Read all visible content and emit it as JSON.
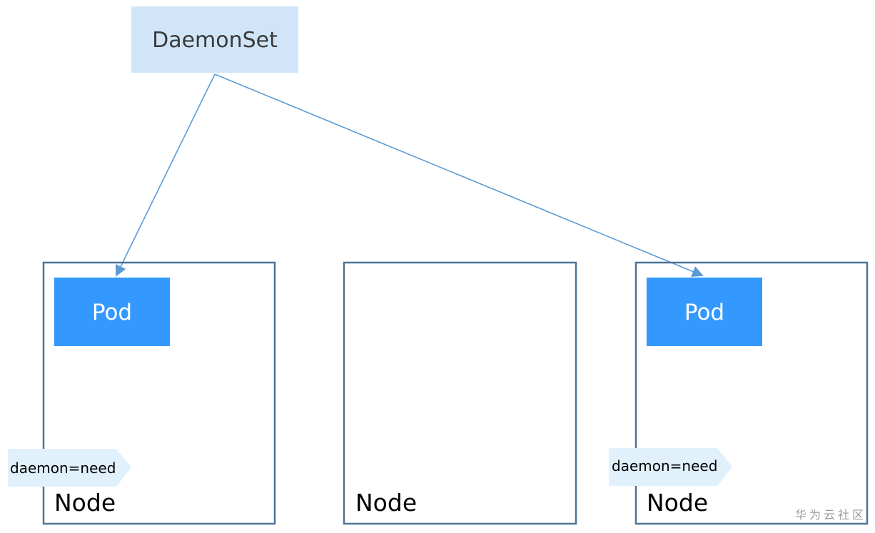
{
  "diagram": {
    "controller": {
      "label": "DaemonSet"
    },
    "nodes": [
      {
        "label": "Node",
        "pod_label": "Pod",
        "tag": "daemon=need"
      },
      {
        "label": "Node"
      },
      {
        "label": "Node",
        "pod_label": "Pod",
        "tag": "daemon=need"
      }
    ],
    "colors": {
      "controller_fill": "#d0e6f8",
      "pod_fill": "#3399ff",
      "node_border": "#4e7396",
      "arrow": "#5b9bd5",
      "tag_fill": "#e0f1fb"
    }
  },
  "watermark": {
    "text": "华为云社区"
  }
}
